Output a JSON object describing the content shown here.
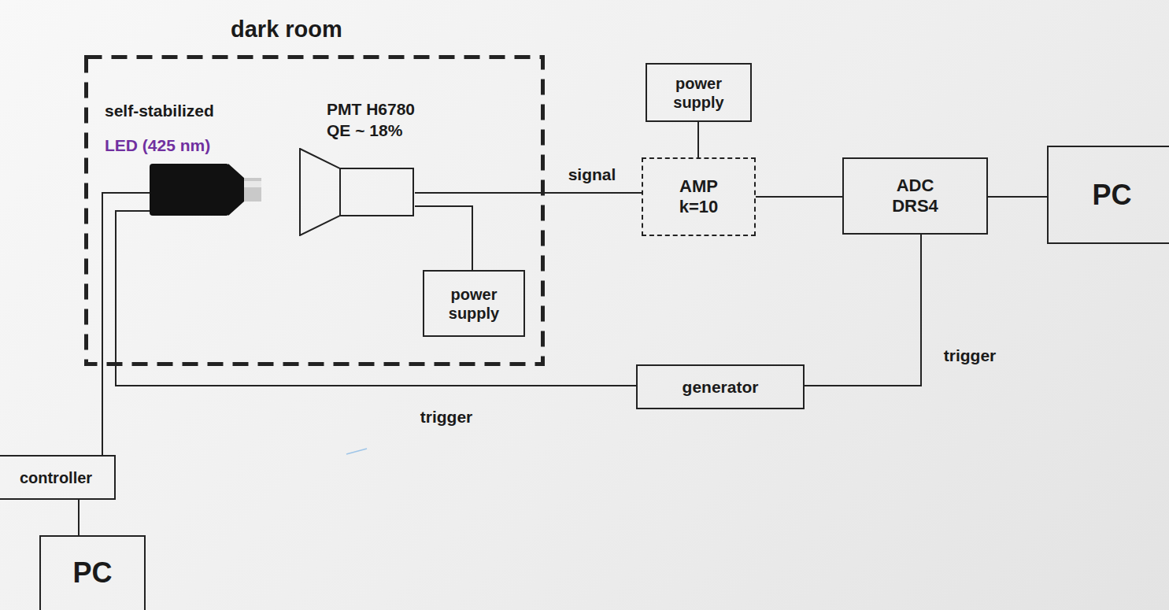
{
  "diagram": {
    "nodes": [
      {
        "text": [
          "dark room"
        ]
      },
      {
        "text": [
          "self-stabilized",
          "LED (425 nm)"
        ],
        "in": 0
      },
      {
        "text": [
          "PMT H6780",
          "QE ~ 18%"
        ],
        "in": 0
      },
      {
        "text": [
          "power supply"
        ],
        "in": 0
      },
      {
        "text": [
          "power supply"
        ]
      },
      {
        "text": [
          "AMP k=10"
        ]
      },
      {
        "text": [
          "ADC DRS4"
        ]
      },
      {
        "text": [
          "PC"
        ]
      },
      {
        "text": [
          "generator"
        ]
      },
      {
        "text": [
          "controller"
        ]
      },
      {
        "text": [
          "PC"
        ]
      }
    ],
    "edges": [
      {
        "from": 2,
        "to": 5,
        "arrow": "none",
        "label": "signal"
      },
      {
        "from": 2,
        "to": 3,
        "arrow": "none"
      },
      {
        "from": 4,
        "to": 5,
        "arrow": "none"
      },
      {
        "from": 5,
        "to": 6,
        "arrow": "none"
      },
      {
        "from": 6,
        "to": 7,
        "arrow": "none"
      },
      {
        "from": 8,
        "to": 6,
        "arrow": "none",
        "label": "trigger"
      },
      {
        "from": 1,
        "to": 8,
        "arrow": "none",
        "label": "trigger"
      },
      {
        "from": 1,
        "to": 9,
        "arrow": "none"
      },
      {
        "from": 9,
        "to": 10,
        "arrow": "none"
      }
    ]
  }
}
